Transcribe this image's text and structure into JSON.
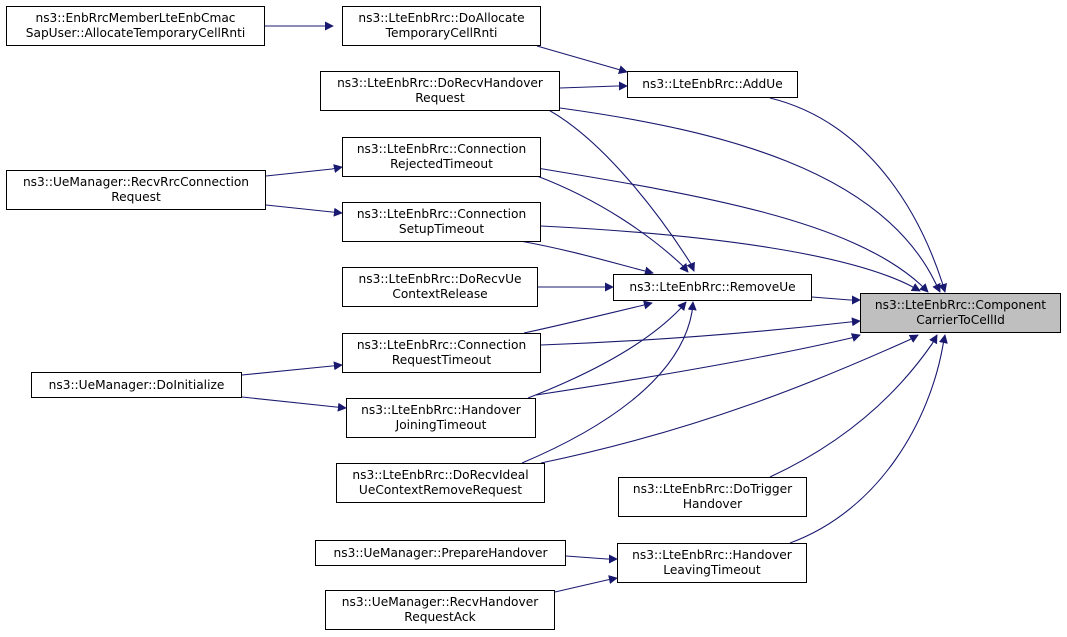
{
  "diagram": {
    "edge_color": "#191970",
    "focus_fill": "#bfbfbf",
    "nodes": {
      "target": [
        "ns3::LteEnbRrc::Component",
        "CarrierToCellId"
      ],
      "add_ue": [
        "ns3::LteEnbRrc::AddUe"
      ],
      "remove_ue": [
        "ns3::LteEnbRrc::RemoveUe"
      ],
      "do_allocate_temp": [
        "ns3::LteEnbRrc::DoAllocate",
        "TemporaryCellRnti"
      ],
      "member_allocate_temp": [
        "ns3::EnbRrcMemberLteEnbCmac",
        "SapUser::AllocateTemporaryCellRnti"
      ],
      "do_recv_handover_request": [
        "ns3::LteEnbRrc::DoRecvHandover",
        "Request"
      ],
      "connection_rejected_timeout": [
        "ns3::LteEnbRrc::Connection",
        "RejectedTimeout"
      ],
      "connection_setup_timeout": [
        "ns3::LteEnbRrc::Connection",
        "SetupTimeout"
      ],
      "uemanager_recv_rrc_connection_request": [
        "ns3::UeManager::RecvRrcConnection",
        "Request"
      ],
      "do_recv_ue_context_release": [
        "ns3::LteEnbRrc::DoRecvUe",
        "ContextRelease"
      ],
      "connection_request_timeout": [
        "ns3::LteEnbRrc::Connection",
        "RequestTimeout"
      ],
      "uemanager_do_initialize": [
        "ns3::UeManager::DoInitialize"
      ],
      "handover_joining_timeout": [
        "ns3::LteEnbRrc::Handover",
        "JoiningTimeout"
      ],
      "do_recv_ideal_ue_context_remove_request": [
        "ns3::LteEnbRrc::DoRecvIdeal",
        "UeContextRemoveRequest"
      ],
      "do_trigger_handover": [
        "ns3::LteEnbRrc::DoTrigger",
        "Handover"
      ],
      "handover_leaving_timeout": [
        "ns3::LteEnbRrc::Handover",
        "LeavingTimeout"
      ],
      "uemanager_prepare_handover": [
        "ns3::UeManager::PrepareHandover"
      ],
      "uemanager_recv_handover_request_ack": [
        "ns3::UeManager::RecvHandover",
        "RequestAck"
      ]
    }
  }
}
